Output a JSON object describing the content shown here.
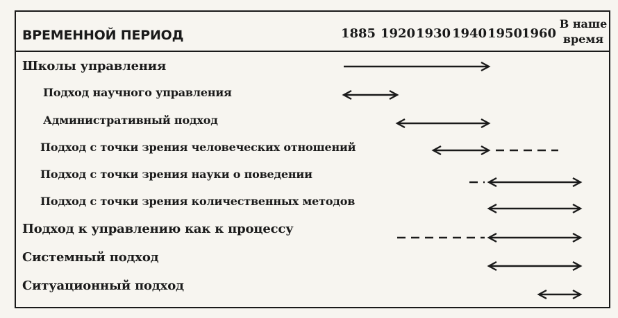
{
  "header": {
    "period_label": "ВРЕМЕННОЙ ПЕРИОД",
    "years": [
      "1885",
      "1920",
      "1930",
      "1940",
      "1950",
      "1960"
    ],
    "now_line1": "В наше",
    "now_line2": "время"
  },
  "rows": [
    {
      "label": "Школы управления",
      "level": 0,
      "start": "1885",
      "end": "1950",
      "solid_start": "1885",
      "solid_end": "1950",
      "left_arrow": false,
      "right_arrow": true
    },
    {
      "label": "Подход научного управления",
      "level": 1,
      "start": "1885",
      "end": "1920",
      "solid_start": "1885",
      "solid_end": "1920",
      "left_arrow": true,
      "right_arrow": true
    },
    {
      "label": "Административный подход",
      "level": 1,
      "start": "1920",
      "end": "1950",
      "solid_start": "1920",
      "solid_end": "1950",
      "left_arrow": true,
      "right_arrow": true
    },
    {
      "label": "Подход с точки зрения человеческих отношений",
      "level": 1,
      "start": "1930",
      "end": "1960",
      "solid_start": "1930",
      "solid_end": "1950",
      "left_arrow": true,
      "right_arrow": true
    },
    {
      "label": "Подход с точки зрения науки о поведении",
      "level": 1,
      "start": "1940",
      "end": "В наше время",
      "solid_start": "1950",
      "solid_end": "В наше время",
      "left_arrow": true,
      "right_arrow": true
    },
    {
      "label": "Подход с точки зрения количественных методов",
      "level": 1,
      "start": "1950",
      "end": "В наше время",
      "solid_start": "1950",
      "solid_end": "В наше время",
      "left_arrow": true,
      "right_arrow": true
    },
    {
      "label": "Подход к управлению как к процессу",
      "level": 0,
      "start": "1920",
      "end": "В наше время",
      "solid_start": "1950",
      "solid_end": "В наше время",
      "left_arrow": true,
      "right_arrow": true
    },
    {
      "label": "Системный подход",
      "level": 0,
      "start": "1950",
      "end": "В наше время",
      "solid_start": "1950",
      "solid_end": "В наше время",
      "left_arrow": true,
      "right_arrow": true
    },
    {
      "label": "Ситуационный подход",
      "level": 0,
      "start": "1960",
      "end": "В наше время",
      "solid_start": "1960",
      "solid_end": "В наше время",
      "left_arrow": true,
      "right_arrow": true
    }
  ],
  "colors": {
    "ink": "#1a1a1a",
    "paper": "#f7f5f0"
  }
}
